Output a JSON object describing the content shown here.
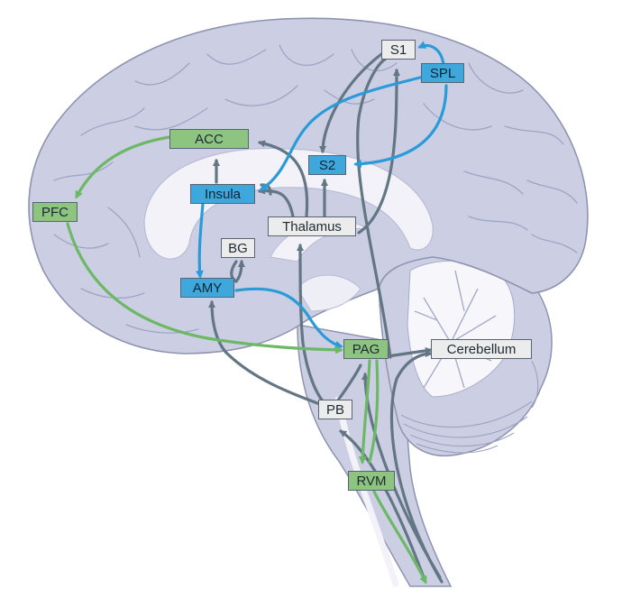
{
  "colors": {
    "brain_fill": "#cccfe4",
    "brain_outline": "#8e93b0",
    "gyri": "#9fa4c4",
    "white_matter": "#f3f2f8",
    "grey_arrow": "#627684",
    "blue_arrow": "#2a9bd8",
    "green_arrow": "#6cb865",
    "green_box": "#8cc480",
    "blue_box": "#3ea7dc",
    "grey_box": "#ececec"
  },
  "nodes": {
    "s1": "S1",
    "spl": "SPL",
    "acc": "ACC",
    "s2": "S2",
    "insula": "Insula",
    "pfc": "PFC",
    "thalamus": "Thalamus",
    "bg": "BG",
    "amy": "AMY",
    "pag": "PAG",
    "cerebellum": "Cerebellum",
    "pb": "PB",
    "rvm": "RVM"
  }
}
